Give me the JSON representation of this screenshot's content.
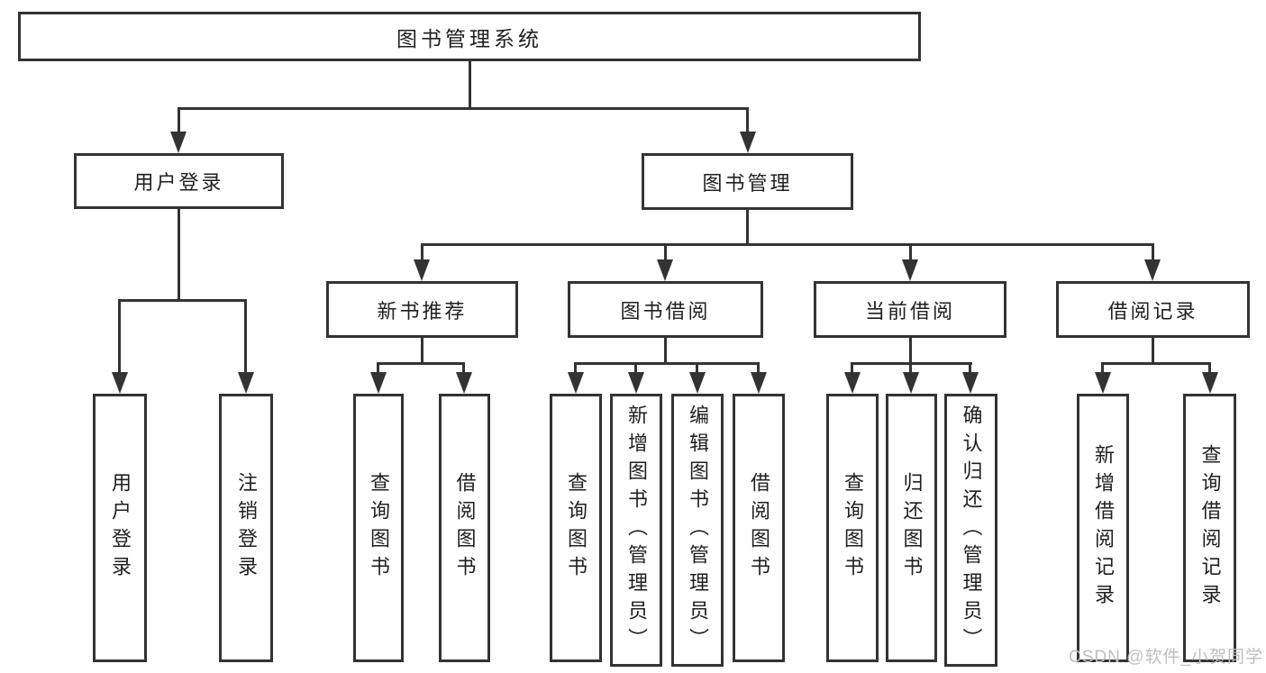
{
  "diagram": {
    "root": {
      "label": "图书管理系统"
    },
    "branches": [
      {
        "label": "用户登录",
        "children": [
          {
            "label": "用户登录"
          },
          {
            "label": "注销登录"
          }
        ]
      },
      {
        "label": "图书管理",
        "children": [
          {
            "label": "新书推荐",
            "children": [
              {
                "label": "查询图书"
              },
              {
                "label": "借阅图书"
              }
            ]
          },
          {
            "label": "图书借阅",
            "children": [
              {
                "label": "查询图书"
              },
              {
                "label": "新增图书（管理员）"
              },
              {
                "label": "编辑图书（管理员）"
              },
              {
                "label": "借阅图书"
              }
            ]
          },
          {
            "label": "当前借阅",
            "children": [
              {
                "label": "查询图书"
              },
              {
                "label": "归还图书"
              },
              {
                "label": "确认归还（管理员）"
              }
            ]
          },
          {
            "label": "借阅记录",
            "children": [
              {
                "label": "新增借阅记录"
              },
              {
                "label": "查询借阅记录"
              }
            ]
          }
        ]
      }
    ]
  },
  "watermark": {
    "text": "CSDN @软件_小贺同学"
  },
  "colors": {
    "line": "#333333",
    "text": "#1f1f1f",
    "watermark": "#bfbfbf",
    "background": "#ffffff"
  }
}
